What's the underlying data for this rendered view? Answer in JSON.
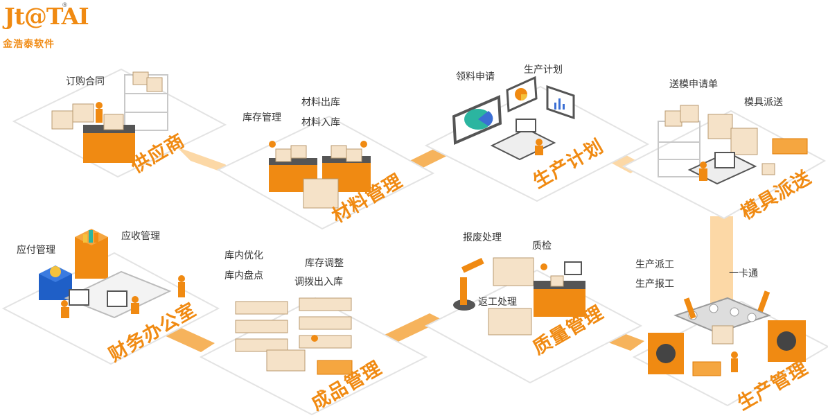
{
  "logo": {
    "mark": "Jt@TAI",
    "registered": "®",
    "company": "金浩泰软件"
  },
  "colors": {
    "accent": "#f08a12",
    "accent_light": "#fbd196",
    "platform": "#ffffff",
    "platform_edge": "#e6e6e6",
    "text": "#333333"
  },
  "modules": {
    "supplier": {
      "title": "供应商",
      "labels": [
        "订购合同"
      ]
    },
    "material": {
      "title": "材料管理",
      "labels": [
        "库存管理",
        "材料出库",
        "材料入库"
      ]
    },
    "plan": {
      "title": "生产计划",
      "labels": [
        "领料申请",
        "生产计划"
      ]
    },
    "mold": {
      "title": "模具派送",
      "labels": [
        "送模申请单",
        "模具派送"
      ]
    },
    "finance": {
      "title": "财务办公室",
      "labels": [
        "应付管理",
        "应收管理"
      ]
    },
    "product": {
      "title": "成品管理",
      "labels": [
        "库内优化",
        "库内盘点",
        "库存调整",
        "调拨出入库"
      ]
    },
    "quality": {
      "title": "质量管理",
      "labels": [
        "报废处理",
        "质检",
        "返工处理"
      ]
    },
    "production": {
      "title": "生产管理",
      "labels": [
        "生产派工",
        "生产报工",
        "一卡通"
      ]
    }
  }
}
